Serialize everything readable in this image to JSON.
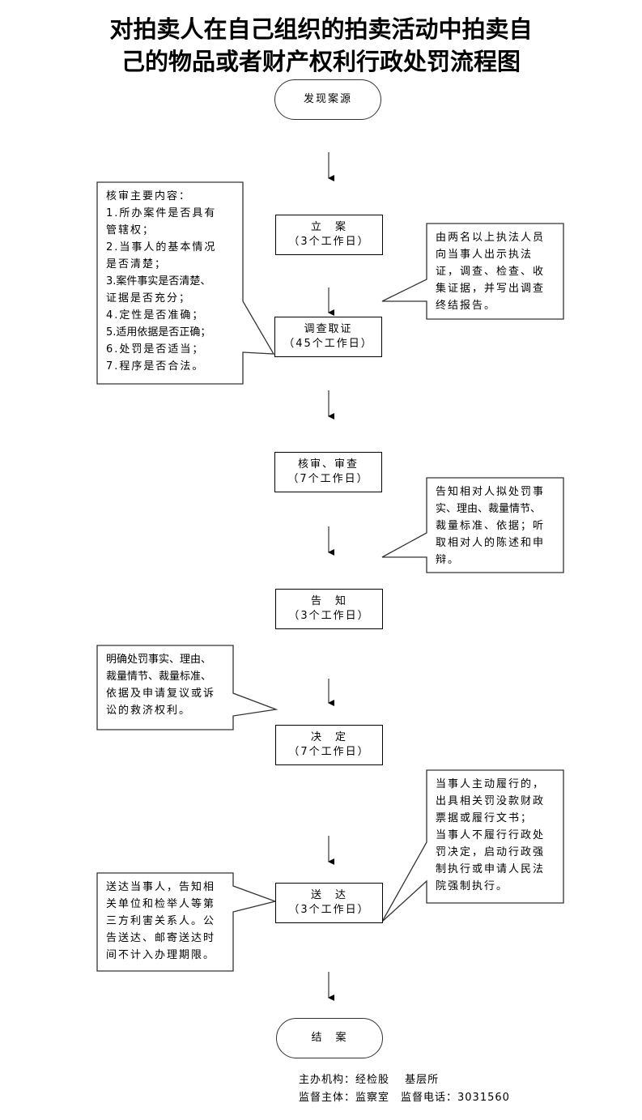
{
  "title": {
    "line1": "对拍卖人在自己组织的拍卖活动中拍卖自",
    "line2": "己的物品或者财产权利行政处罚流程图"
  },
  "nodes": {
    "start": "发现案源",
    "file": {
      "name": "立　案",
      "duration": "（3个工作日）"
    },
    "investigate": {
      "name": "调查取证",
      "duration": "（45个工作日）"
    },
    "review": {
      "name": "核审、审查",
      "duration": "（7个工作日）"
    },
    "notify": {
      "name": "告　知",
      "duration": "（3个工作日）"
    },
    "decide": {
      "name": "决　定",
      "duration": "（7个工作日）"
    },
    "deliver": {
      "name": "送　达",
      "duration": "（3个工作日）"
    },
    "end": "结　案"
  },
  "notes": {
    "review_items": [
      "核审主要内容：",
      "1.所办案件是否具有",
      "管辖权；",
      "2.当事人的基本情况",
      "是否清楚；",
      "3.案件事实是否清楚、",
      "证据是否充分；",
      "4.定性是否准确；",
      "5.适用依据是否正确；",
      "6.处罚是否适当；",
      "7.程序是否合法。"
    ],
    "investigate": [
      "由两名以上执法人员",
      "向当事人出示执法",
      "证，调查、检查、收",
      "集证据，并写出调查",
      "终结报告。"
    ],
    "notify": [
      "告知相对人拟处罚事",
      "实、理由、裁量情节、",
      "裁量标准、依据；听",
      "取相对人的陈述和申",
      "辩。"
    ],
    "decide": [
      "明确处罚事实、理由、",
      "裁量情节、裁量标准、",
      "依据及申请复议或诉",
      "讼的救济权利。"
    ],
    "enforce": [
      "当事人主动履行的，",
      "出具相关罚没款财政",
      "票据或履行文书；",
      "当事人不履行行政处",
      "罚决定，启动行政强",
      "制执行或申请人民法",
      "院强制执行。"
    ],
    "deliver": [
      "送达当事人，告知相",
      "关单位和检举人等第",
      "三方利害关系人。公",
      "告送达、邮寄送达时",
      "间不计入办理期限。"
    ]
  },
  "footer": {
    "line1": "主办机构：经检股　 基层所",
    "line2": "监督主体：监察室　监督电话：3031560"
  }
}
